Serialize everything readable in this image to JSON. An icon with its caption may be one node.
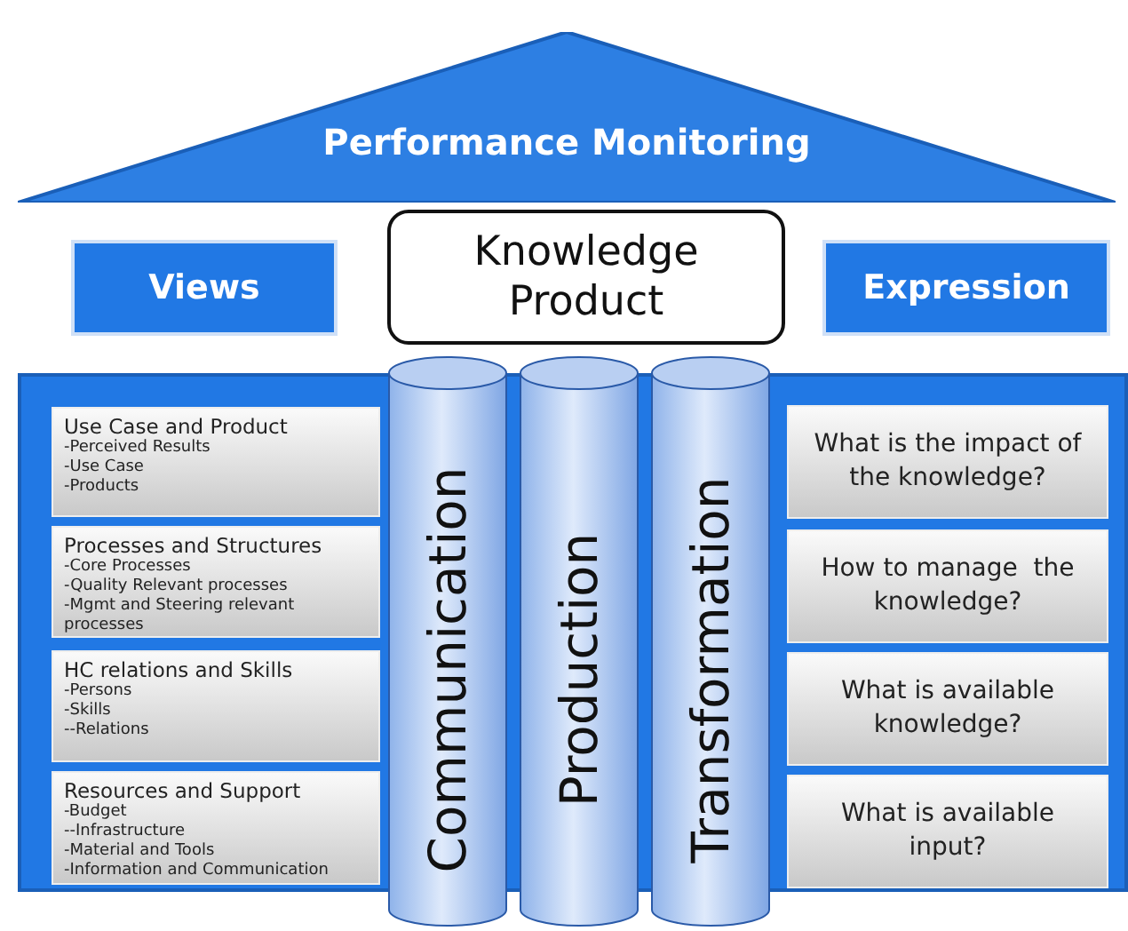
{
  "diagram": {
    "nodes": [
      {
        "text": [
          "Performance Monitoring"
        ]
      },
      {
        "text": [
          "Views"
        ]
      },
      {
        "text": [
          "Knowledge Product"
        ]
      },
      {
        "text": [
          "Expression"
        ]
      },
      {
        "text": [],
        "shape": "box"
      },
      {
        "text": [
          "Use Case and Product",
          "-Perceived Results",
          "-Use Case",
          "-Products"
        ],
        "in": 4
      },
      {
        "text": [
          "Processes and Structures",
          "-Core Processes",
          "-Quality Relevant processes",
          "-Mgmt and Steering relevant processes"
        ],
        "in": 4
      },
      {
        "text": [
          "HC relations and Skills",
          "-Persons",
          "-Skills",
          "--Relations"
        ],
        "in": 4
      },
      {
        "text": [
          "Resources and Support",
          "-Budget",
          "--Infrastructure",
          "-Material and Tools",
          "-Information and Communication"
        ],
        "in": 4
      },
      {
        "text": [
          "Communication"
        ]
      },
      {
        "text": [
          "Production"
        ]
      },
      {
        "text": [
          "Transformation"
        ]
      },
      {
        "text": [
          "What is the impact of the knowledge?"
        ],
        "in": 4
      },
      {
        "text": [
          "How to manage  the knowledge?"
        ],
        "in": 4
      },
      {
        "text": [
          "What is available knowledge?"
        ],
        "in": 4
      },
      {
        "text": [
          "What is available input?"
        ],
        "in": 4
      }
    ],
    "edges": []
  }
}
